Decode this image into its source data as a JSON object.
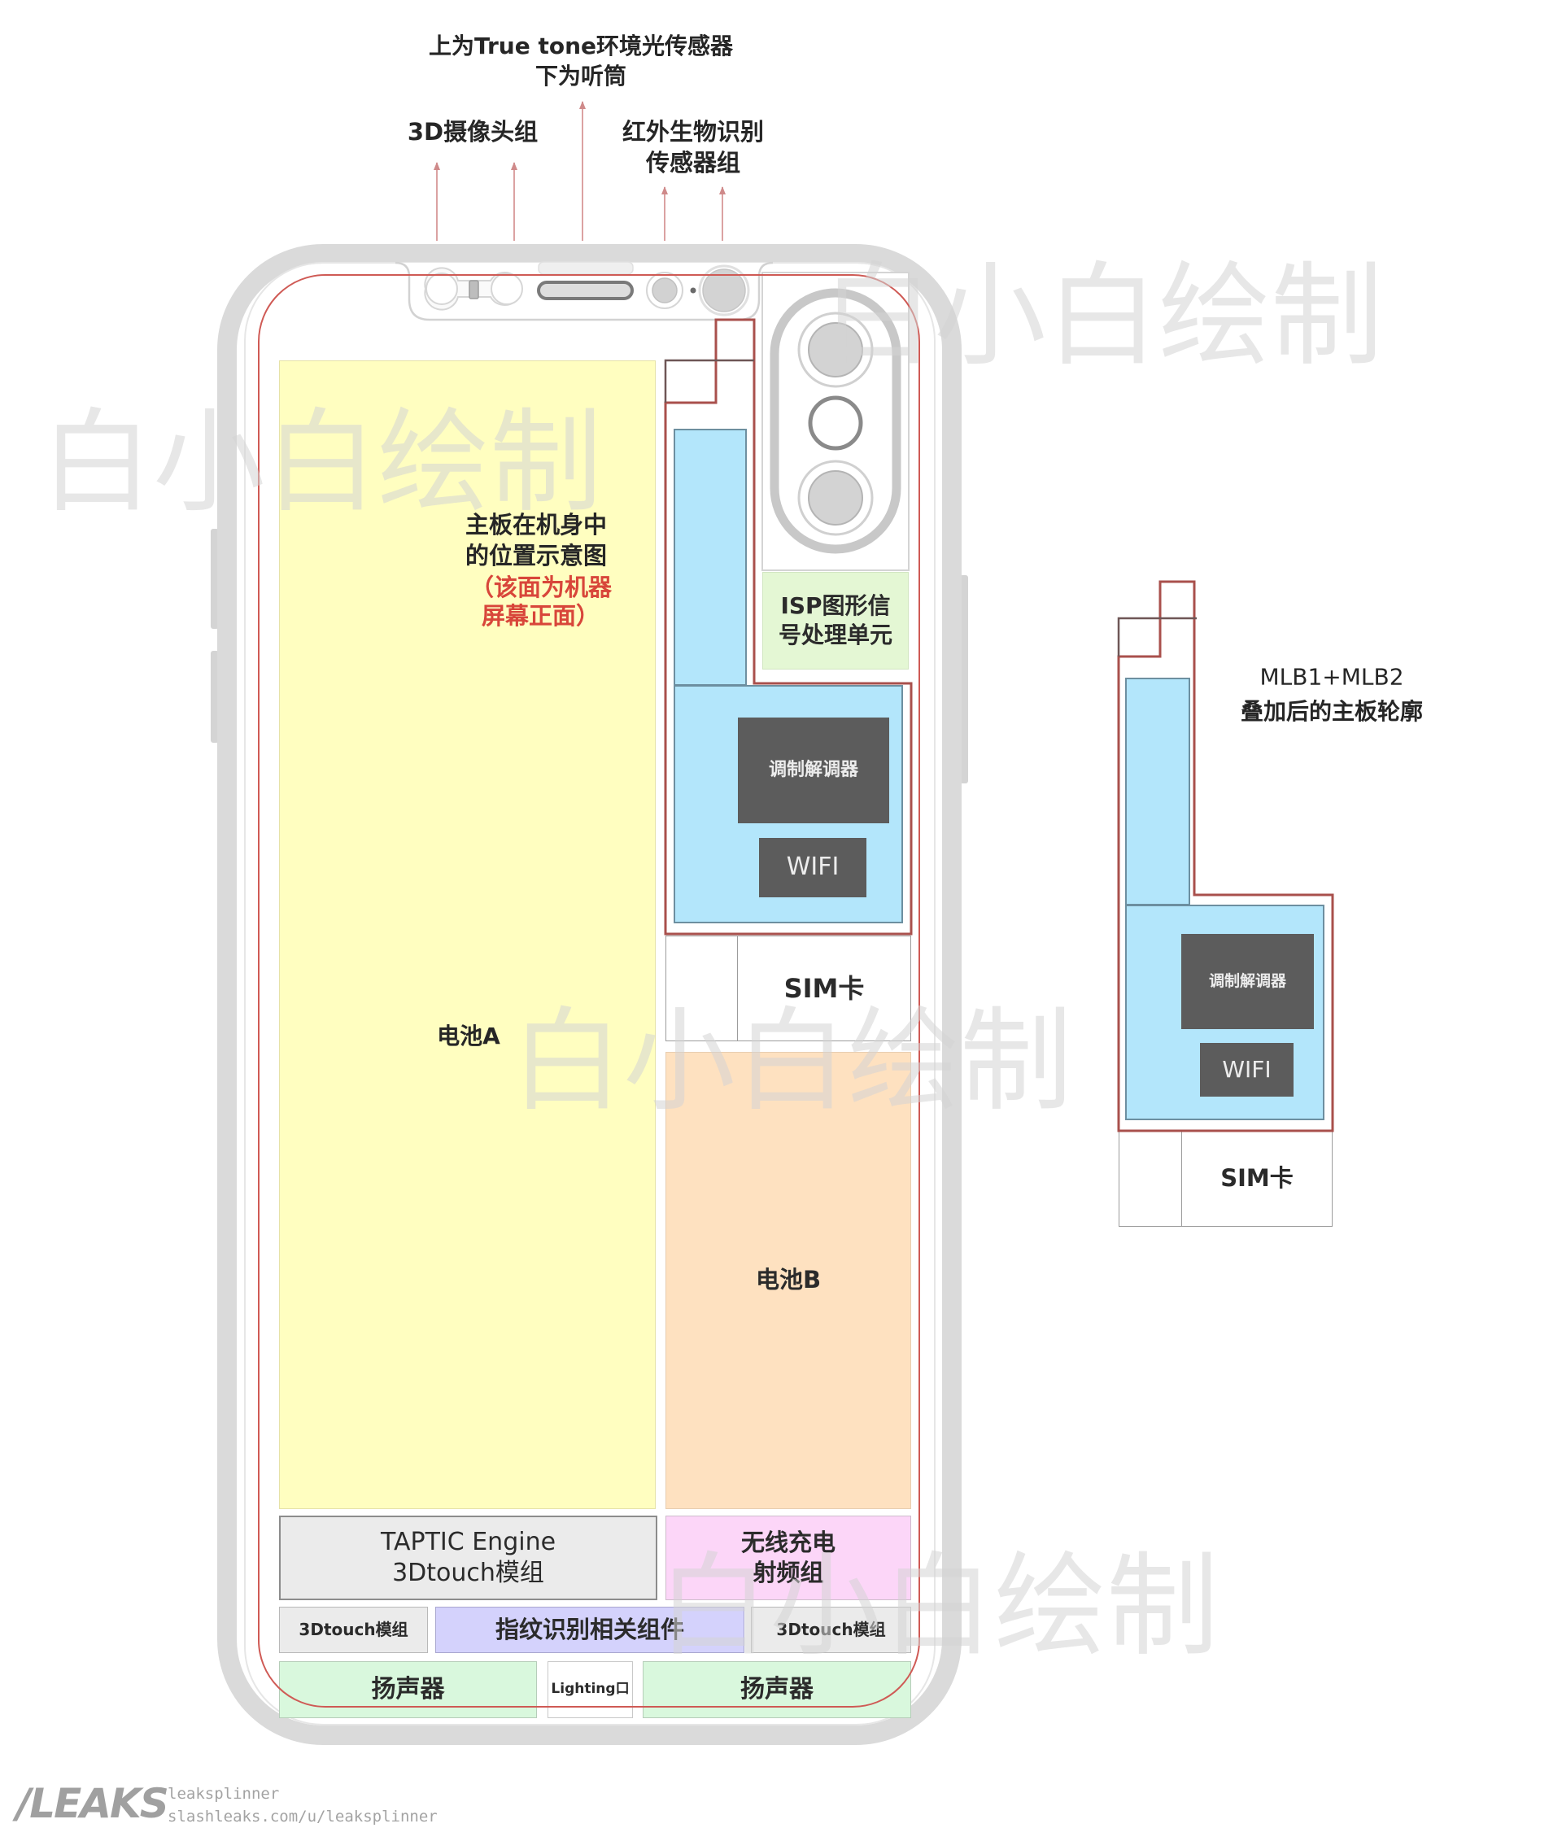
{
  "callouts": {
    "true_tone_line1": "上为True tone环境光传感器",
    "true_tone_line2": "下为听筒",
    "camera_3d": "3D摄像头组",
    "ir_line1": "红外生物识别",
    "ir_line2": "传感器组"
  },
  "phone": {
    "note": {
      "line1": "主板在机身中",
      "line2": "的位置示意图",
      "line3": "（该面为机器",
      "line4": "屏幕正面）"
    },
    "battery_a": "电池A",
    "isp": {
      "line1": "ISP图形信",
      "line2": "号处理单元"
    },
    "modem": "调制解调器",
    "wifi": "WIFI",
    "sim": "SIM卡",
    "battery_b": "电池B",
    "taptic": {
      "line1": "TAPTIC Engine",
      "line2": "3Dtouch模组"
    },
    "wireless": {
      "line1": "无线充电",
      "line2": "射频组"
    },
    "touch_left": "3Dtouch模组",
    "fingerprint": "指纹识别相关组件",
    "touch_right": "3Dtouch模组",
    "speaker_left": "扬声器",
    "lightning": "Lighting口",
    "speaker_right": "扬声器"
  },
  "mlb_outline": {
    "label_line1": "MLB1+MLB2",
    "label_line2": "叠加后的主板轮廓",
    "modem": "调制解调器",
    "wifi": "WIFI",
    "sim": "SIM卡"
  },
  "watermarks": [
    "白小白绘制",
    "白小白绘制",
    "白小白绘制",
    "白小白绘制"
  ],
  "footer": {
    "logo": "/LEAKS",
    "user": "leaksplinner",
    "url": "slashleaks.com/u/leaksplinner"
  },
  "colors": {
    "frame": "#dadada",
    "outline_red": "#cf5a55",
    "board_outline": "#a9504c",
    "battery_a": "#fffec0",
    "battery_b": "#fee1c0",
    "board_blue": "#b3e6fb",
    "chip_dark": "#5c5c5c",
    "isp_green": "#e4f7d4",
    "wireless_pink": "#fcd6f8",
    "fingerprint_purple": "#d4d2fc",
    "module_gray": "#ebebeb",
    "speaker_green": "#d9f8dd",
    "note_red": "#d8463a"
  }
}
